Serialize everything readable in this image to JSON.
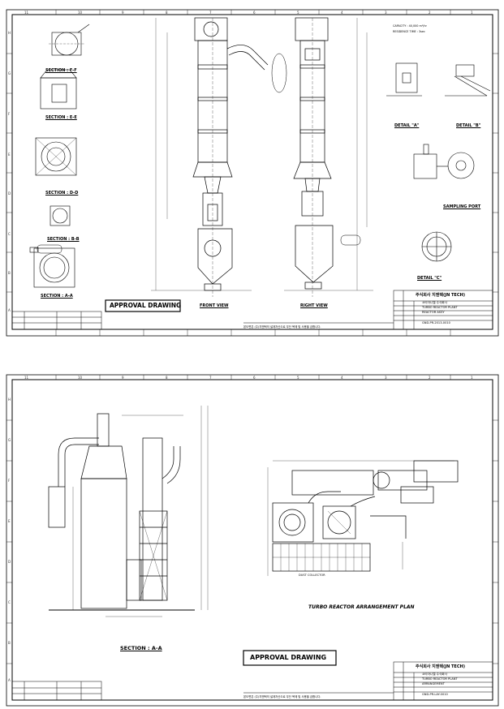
{
  "sheet1": {
    "views": {
      "section_f": "SECTION : F-F",
      "section_e": "SECTION : E-E",
      "section_d": "SECTION : D-D",
      "section_b": "SECTION : B-B",
      "section_a": "SECTION : A-A",
      "front_view": "FRONT VIEW",
      "right_view": "RIGHT VIEW",
      "detail_a": "DETAIL \"A\"",
      "detail_b": "DETAIL \"B\"",
      "detail_c": "DETAIL \"C\"",
      "sampling_port": "SAMPLING PORT"
    },
    "approval": "APPROVAL DRAWING",
    "capacity_note": "CAPACITY : 40,000 m³/hr",
    "residence_note": "RESIDENCE TIME : 3sec",
    "title_block": {
      "company": "주식회사 지엔텍(JN TECH)",
      "customer": "코리아니켈 주식회사",
      "project": "TURBO REACTOR PLANT",
      "drawing_title": "REACTOR ASSY",
      "drawing_no": "GND-PR-2013-0010"
    },
    "footer_note": "본도면은 (주)지엔텍의 설계자산으로 무단 복제 및 사용을 금합니다."
  },
  "sheet2": {
    "plan_title": "TURBO REACTOR ARRANGEMENT PLAN",
    "section_title": "SECTION : A-A",
    "approval": "APPROVAL DRAWING",
    "dust_collector": "DUST COLLECTOR",
    "title_block": {
      "company": "주식회사 지엔텍(JN TECH)",
      "customer": "코리아니켈 주식회사",
      "project": "TURBO REACTOR PLANT",
      "drawing_title": "ARRANGEMENT",
      "drawing_no": "GND-PR-LAY-0010"
    },
    "footer_note": "본도면은 (주)지엔텍의 설계자산으로 무단 복제 및 사용을 금합니다."
  },
  "zones_top": [
    "11",
    "10",
    "9",
    "8",
    "7",
    "6",
    "5",
    "4",
    "3",
    "2",
    "1"
  ],
  "zones_side": [
    "H",
    "G",
    "F",
    "E",
    "D",
    "C",
    "B",
    "A"
  ]
}
